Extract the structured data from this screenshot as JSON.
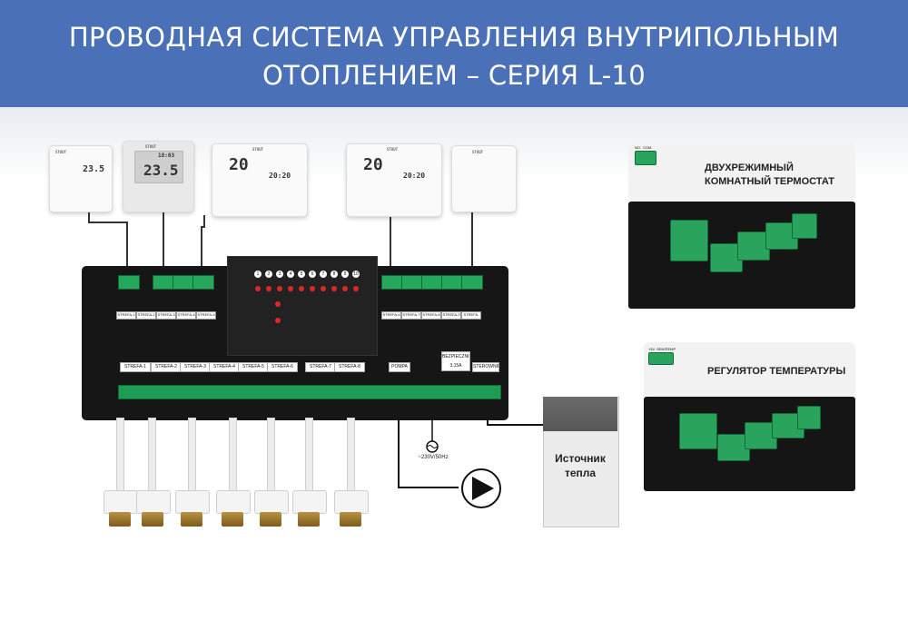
{
  "title": {
    "line1": "ПРОВОДНАЯ СИСТЕМА УПРАВЛЕНИЯ ВНУТРИПОЛЬНЫМ",
    "line2": "ОТОПЛЕНИЕМ – СЕРИЯ L-10"
  },
  "thermostats": [
    {
      "brand": "STOUT",
      "display": "23.5"
    },
    {
      "brand": "STOUT",
      "display": "23.5",
      "time": "18:03"
    },
    {
      "brand": "STOUT",
      "display": "20",
      "time": "20:20"
    },
    {
      "brand": "STOUT",
      "display": "20",
      "time": "20:20"
    },
    {
      "brand": "STOUT",
      "display": ""
    }
  ],
  "controller": {
    "top_channels": [
      "STREFA-1",
      "STREFA-2",
      "STREFA-3",
      "STREFA-4",
      "STREFA-5",
      "STREFA-6",
      "STREFA-7",
      "STREFA-8",
      "STREFA-9",
      "STREFA-10"
    ],
    "bottom_labels": [
      "STREFA-1",
      "STREFA-2",
      "STREFA-3",
      "STREFA-4",
      "STREFA-5",
      "STREFA-6",
      "STREFA-7",
      "STREFA-8",
      "",
      "POMPA",
      "",
      "BEZPIECZNIK 3,15A",
      "",
      "STEROWNIK"
    ],
    "led_numbers": [
      "1",
      "2",
      "3",
      "4",
      "5",
      "6",
      "7",
      "8",
      "9",
      "10"
    ],
    "power_label": "~230V/50Hz"
  },
  "heat_source": {
    "line1": "Источник",
    "line2": "тепла"
  },
  "inset_top": {
    "terminal_labels": [
      "NO",
      "COM"
    ],
    "label_line1": "ДВУХРЕЖИМНЫЙ",
    "label_line2": "КОМНАТНЫЙ ТЕРМОСТАТ"
  },
  "inset_bottom": {
    "terminal_labels": [
      "+5V",
      "SENS",
      "TEMP"
    ],
    "label": "РЕГУЛЯТОР ТЕМПЕРАТУРЫ"
  },
  "colors": {
    "header": "#4a70b8",
    "terminal_green": "#1d9c54",
    "led_red": "#e02626",
    "wire_blue": "#7fb8e0",
    "wire_brown": "#6b4a2b"
  }
}
